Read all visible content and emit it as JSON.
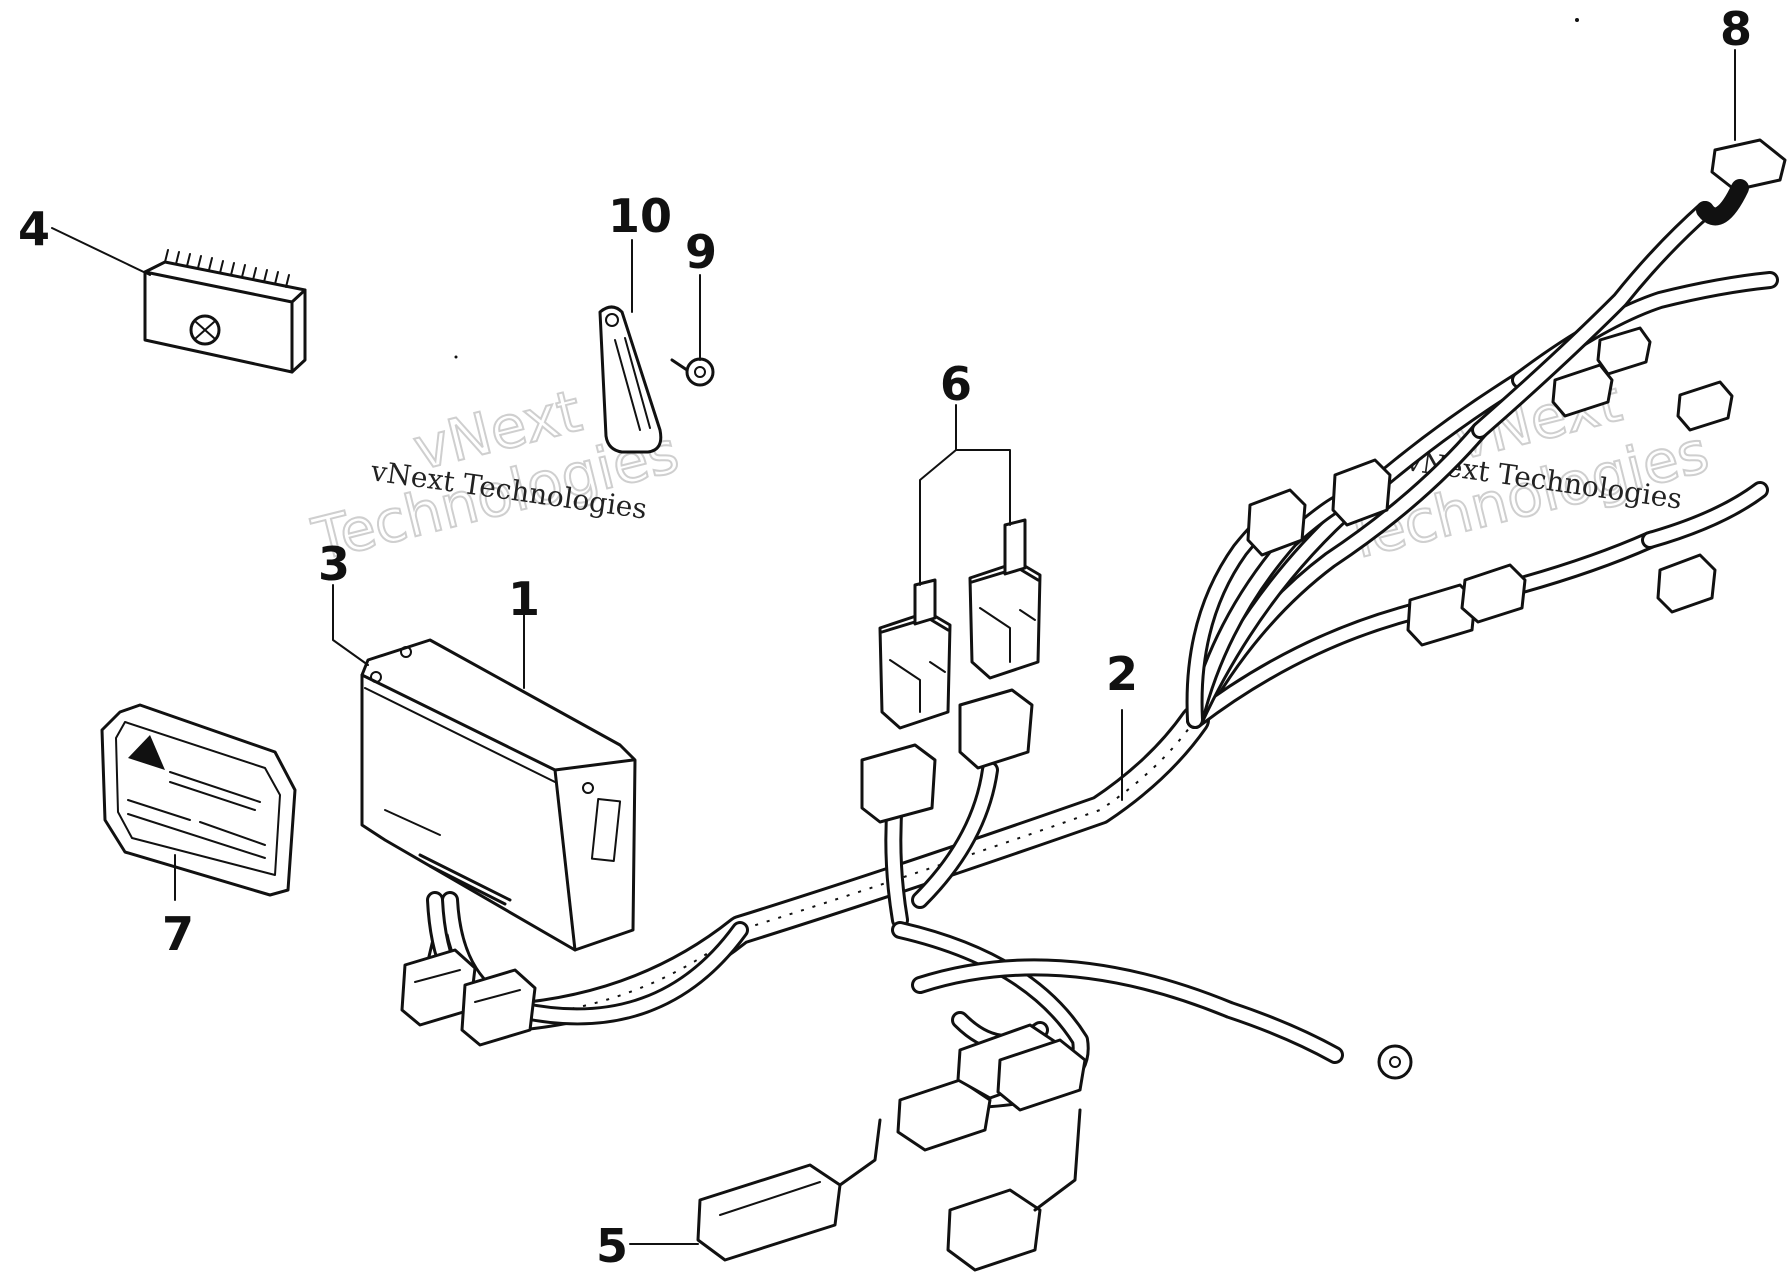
{
  "watermarks": {
    "left": {
      "small": "vNext Technologies",
      "big_line1": "vNext",
      "big_line2": "Technologies"
    },
    "right": {
      "small": "vNext Technologies",
      "big_line1": "vNext",
      "big_line2": "Technologies"
    }
  },
  "callouts": [
    "1",
    "2",
    "3",
    "4",
    "5",
    "6",
    "7",
    "8",
    "9",
    "10"
  ],
  "colors": {
    "ink": "#111111",
    "paper": "#ffffff",
    "watermark": "#cfcfcf"
  }
}
